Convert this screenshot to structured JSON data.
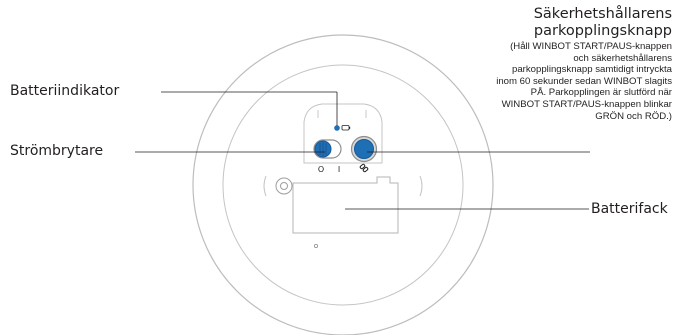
{
  "labels": {
    "battery_indicator": "Batteriindikator",
    "power_switch": "Strömbrytare",
    "battery_compartment": "Batterifack",
    "safety_pair_title_1": "Säkerhetshållarens",
    "safety_pair_title_2": "parkopplingsknapp",
    "safety_pair_description": "(Håll WINBOT START/PAUS-knappen och säkerhetshållarens parkopplingsknapp samtidigt intryckta inom 60 sekunder sedan WINBOT slagits PÅ. Parkopplingen är slutförd när WINBOT START/PAUS-knappen blinkar GRÖN och RÖD.)"
  },
  "switch_marks": {
    "off": "O",
    "on": "I"
  },
  "colors": {
    "accent_blue": "#1f6fb5",
    "line": "#231f20",
    "outline": "#b8b8b8"
  }
}
